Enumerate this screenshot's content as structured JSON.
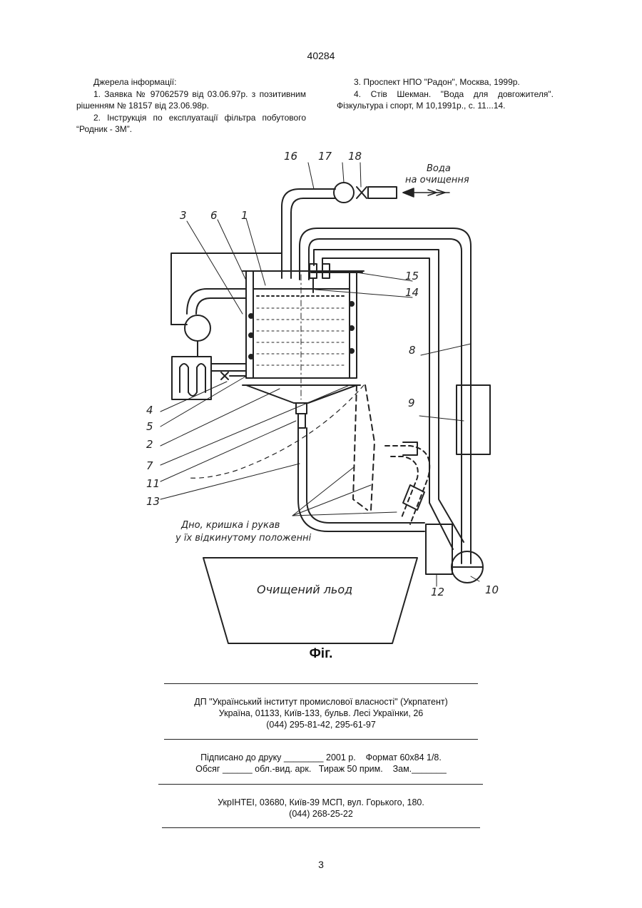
{
  "header": {
    "doc_number": "40284"
  },
  "references": {
    "heading": "Джерела інформації:",
    "left_items": [
      "1. Заявка № 97062579 від 03.06.97р. з позитивним рішенням № 18157 від 23.06.98р.",
      "2. Інструкція по експлуатації фільтра побутового “Родник - 3М”."
    ],
    "right_items": [
      "3. Проспект НПО \"Радон\", Москва, 1999р.",
      "4. Стів Шекман. \"Вода для довгожителя\". Фізкультура і спорт, М 10,1991р., с. 11...14."
    ]
  },
  "figure": {
    "caption": "Фіг.",
    "label_water_1": "Вода",
    "label_water_2": "на очищення",
    "label_note_1": "Дно, кришка і рукав",
    "label_note_2": "у їх відкинутому положенні",
    "label_ice": "Очищений льод",
    "part_numbers": {
      "n1": "1",
      "n2": "2",
      "n3": "3",
      "n4": "4",
      "n5": "5",
      "n6": "6",
      "n7": "7",
      "n8": "8",
      "n9": "9",
      "n10": "10",
      "n11": "11",
      "n12": "12",
      "n13": "13",
      "n14": "14",
      "n15": "15",
      "n16": "16",
      "n17": "17",
      "n18": "18"
    }
  },
  "imprint": {
    "publisher_line1": "ДП \"Український інститут промислової власності\" (Укрпатент)",
    "publisher_line2": "Україна, 01133, Київ-133, бульв. Лесі Українки, 26",
    "publisher_line3": "(044) 295-81-42, 295-61-97",
    "print_line1": "Підписано до друку ________ 2001 р.    Формат 60х84 1/8.",
    "print_line2": "Обсяг ______ обл.-вид. арк.   Тираж 50 прим.    Зам._______",
    "printer_line1": "УкрІНТЕІ, 03680, Київ-39 МСП, вул. Горького, 180.",
    "printer_line2": "(044) 268-25-22"
  },
  "footer": {
    "page_number": "3"
  }
}
